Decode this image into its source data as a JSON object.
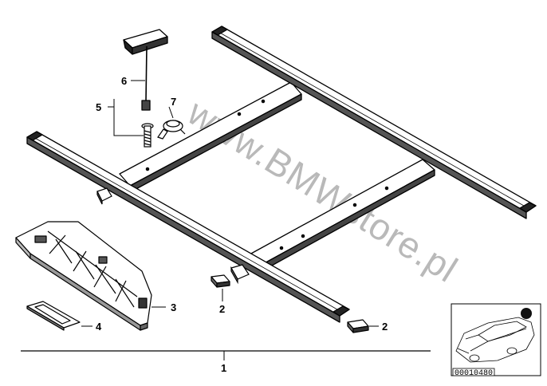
{
  "watermark": "www.BMWstore.pl",
  "callouts": {
    "c1": "1",
    "c2a": "2",
    "c2b": "2",
    "c3": "3",
    "c4": "4",
    "c5": "5",
    "c6": "6",
    "c7": "7"
  },
  "thumbnail": {
    "code": "00010480"
  }
}
